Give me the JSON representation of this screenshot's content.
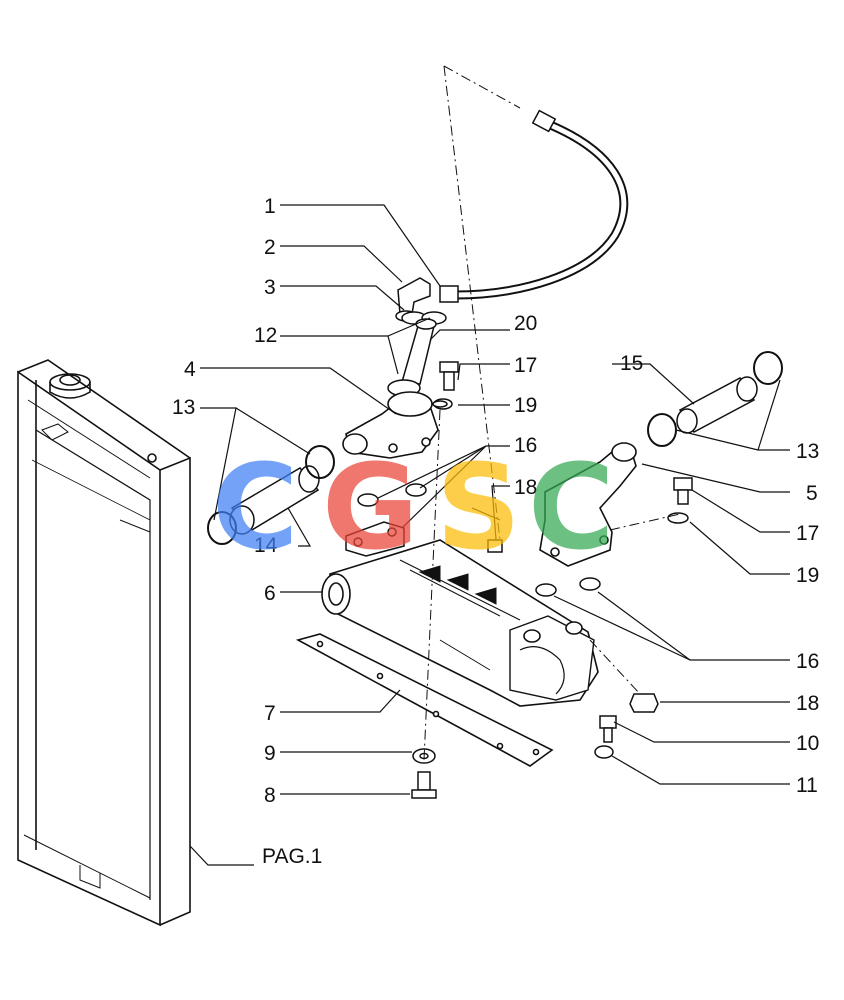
{
  "diagram": {
    "callouts": [
      "1",
      "2",
      "3",
      "4",
      "5",
      "6",
      "7",
      "8",
      "9",
      "10",
      "11",
      "12",
      "13",
      "13",
      "14",
      "15",
      "16",
      "16",
      "17",
      "17",
      "18",
      "18",
      "19",
      "19",
      "20"
    ],
    "page_reference": "PAG.1"
  },
  "watermark": {
    "letters": [
      "C",
      "G",
      "S",
      "C"
    ],
    "colors": [
      "#3f7ff3",
      "#ea4335",
      "#fbbc05",
      "#34a853"
    ]
  }
}
